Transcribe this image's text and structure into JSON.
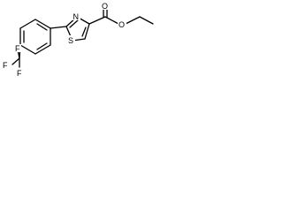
{
  "molecule": {
    "atom_labels": {
      "sulfur": "S",
      "nitrogen": "N",
      "carbonyl_oxygen": "O",
      "ester_oxygen": "O",
      "fluorine_top": "F",
      "fluorine_left": "F",
      "fluorine_bottom": "F"
    }
  }
}
